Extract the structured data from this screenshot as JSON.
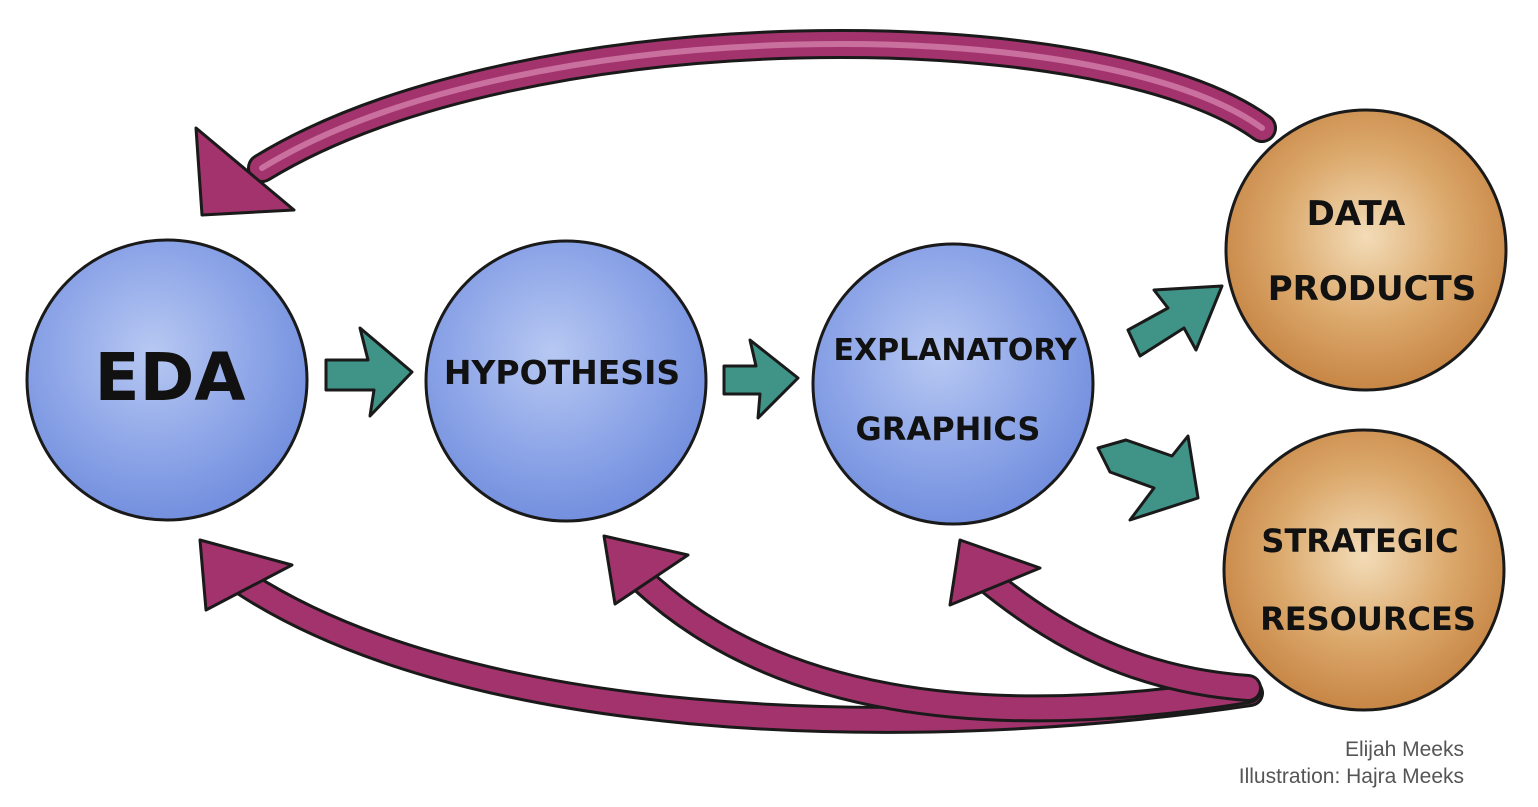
{
  "nodes": {
    "eda": {
      "label": "EDA"
    },
    "hypothesis": {
      "label": "HYPOTHESIS"
    },
    "explanatory": {
      "line1": "EXPLANATORY",
      "line2": "GRAPHICS"
    },
    "data_products": {
      "line1": "DATA",
      "line2": "PRODUCTS"
    },
    "strategic": {
      "line1": "STRATEGIC",
      "line2": "RESOURCES"
    }
  },
  "colors": {
    "blue_node": "#7d97e2",
    "orange_node": "#cf9457",
    "feedback_arrow": "#a3336c",
    "forward_arrow": "#3f9487"
  },
  "credits": {
    "author": "Elijah Meeks",
    "illustration": "Illustration: Hajra Meeks"
  }
}
